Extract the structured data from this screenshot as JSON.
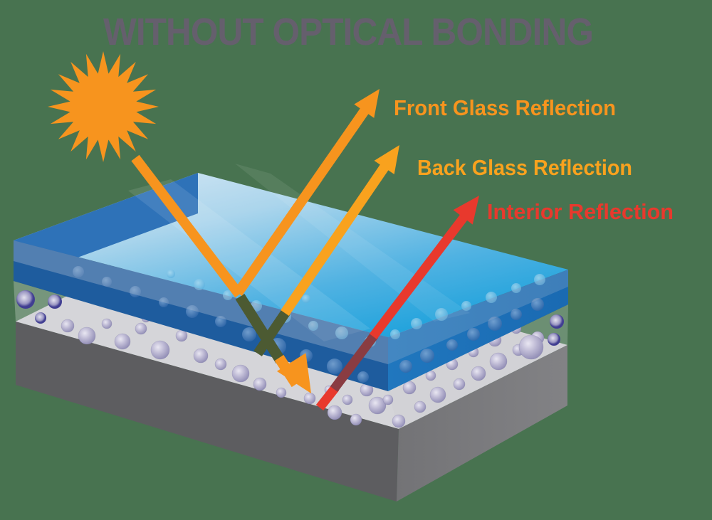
{
  "title": "WITHOUT OPTICAL BONDING",
  "labels": {
    "front_reflection": "Front Glass Reflection",
    "back_reflection": "Back Glass Reflection",
    "interior_reflection": "Interior Reflection"
  },
  "colors": {
    "background": "#487350",
    "title": "#655F6D",
    "sun_orange": "#F7941E",
    "ray_orange": "#F7941E",
    "label_front_orange": "#F7941E",
    "label_back_orange": "#F9A21E",
    "ray_red": "#E8392D",
    "label_interior_red": "#E8392D",
    "ray_in_glass_olive": "#4C5A32",
    "ray_in_glass_dark_red": "#8A3C42",
    "glass_top_blue": "#1BA0DB",
    "glass_front_blue": "#1E5C9E",
    "glass_side_blue": "#2E72B8",
    "display_top_gray": "#C7C7CC",
    "display_front_gray": "#606063",
    "display_side_gray": "#808084",
    "bubble_lavender": "#A9A5C6",
    "bubble_ring_indigo": "#413E92"
  }
}
